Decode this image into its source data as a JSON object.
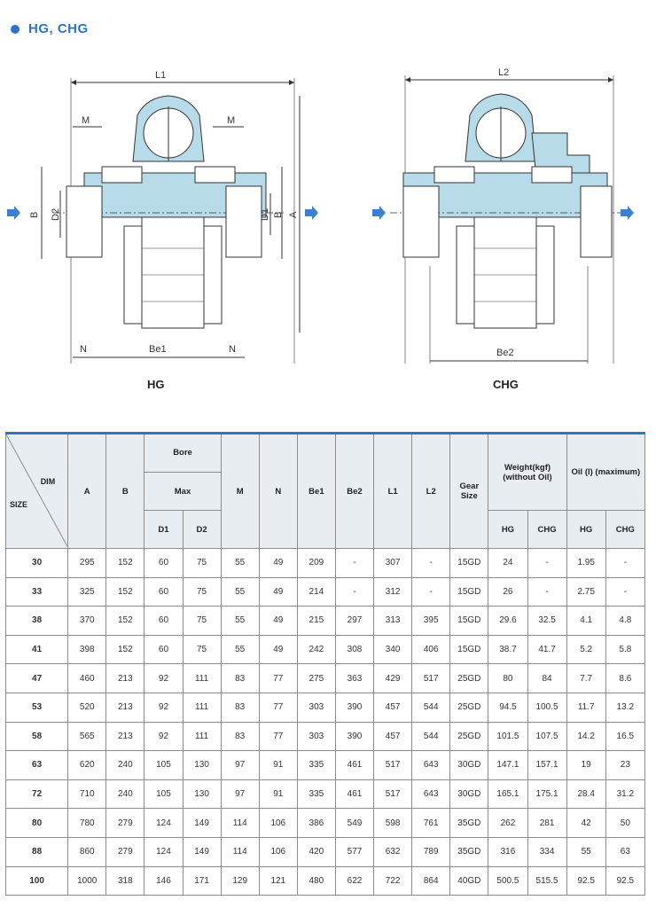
{
  "heading": "HG, CHG",
  "drawings": {
    "hg_caption": "HG",
    "chg_caption": "CHG",
    "labels": {
      "L1": "L1",
      "L2": "L2",
      "M": "M",
      "N": "N",
      "B": "B",
      "A": "A",
      "D1": "D1",
      "D2": "D2",
      "Be1": "Be1",
      "Be2": "Be2"
    },
    "colors": {
      "fluid": "#b7dbe8",
      "line": "#333333",
      "arrow": "#3a7fd0"
    }
  },
  "table": {
    "header": {
      "dim": "DIM",
      "size": "SIZE",
      "A": "A",
      "B": "B",
      "bore": "Bore",
      "max": "Max",
      "D1": "D1",
      "D2": "D2",
      "M": "M",
      "N": "N",
      "Be1": "Be1",
      "Be2": "Be2",
      "L1": "L1",
      "L2": "L2",
      "gear_size": "Gear Size",
      "weight": "Weight(kgf) (without Oil)",
      "oil": "Oil (l) (maximum)",
      "hg": "HG",
      "chg": "CHG"
    },
    "rows": [
      [
        "30",
        "295",
        "152",
        "60",
        "75",
        "55",
        "49",
        "209",
        "-",
        "307",
        "-",
        "15GD",
        "24",
        "-",
        "1.95",
        "-"
      ],
      [
        "33",
        "325",
        "152",
        "60",
        "75",
        "55",
        "49",
        "214",
        "-",
        "312",
        "-",
        "15GD",
        "26",
        "-",
        "2.75",
        "-"
      ],
      [
        "38",
        "370",
        "152",
        "60",
        "75",
        "55",
        "49",
        "215",
        "297",
        "313",
        "395",
        "15GD",
        "29.6",
        "32.5",
        "4.1",
        "4.8"
      ],
      [
        "41",
        "398",
        "152",
        "60",
        "75",
        "55",
        "49",
        "242",
        "308",
        "340",
        "406",
        "15GD",
        "38.7",
        "41.7",
        "5.2",
        "5.8"
      ],
      [
        "47",
        "460",
        "213",
        "92",
        "111",
        "83",
        "77",
        "275",
        "363",
        "429",
        "517",
        "25GD",
        "80",
        "84",
        "7.7",
        "8.6"
      ],
      [
        "53",
        "520",
        "213",
        "92",
        "111",
        "83",
        "77",
        "303",
        "390",
        "457",
        "544",
        "25GD",
        "94.5",
        "100.5",
        "11.7",
        "13.2"
      ],
      [
        "58",
        "565",
        "213",
        "92",
        "111",
        "83",
        "77",
        "303",
        "390",
        "457",
        "544",
        "25GD",
        "101.5",
        "107.5",
        "14.2",
        "16.5"
      ],
      [
        "63",
        "620",
        "240",
        "105",
        "130",
        "97",
        "91",
        "335",
        "461",
        "517",
        "643",
        "30GD",
        "147.1",
        "157.1",
        "19",
        "23"
      ],
      [
        "72",
        "710",
        "240",
        "105",
        "130",
        "97",
        "91",
        "335",
        "461",
        "517",
        "643",
        "30GD",
        "165.1",
        "175.1",
        "28.4",
        "31.2"
      ],
      [
        "80",
        "780",
        "279",
        "124",
        "149",
        "114",
        "106",
        "386",
        "549",
        "598",
        "761",
        "35GD",
        "262",
        "281",
        "42",
        "50"
      ],
      [
        "88",
        "860",
        "279",
        "124",
        "149",
        "114",
        "106",
        "420",
        "577",
        "632",
        "789",
        "35GD",
        "316",
        "334",
        "55",
        "63"
      ],
      [
        "100",
        "1000",
        "318",
        "146",
        "171",
        "129",
        "121",
        "480",
        "622",
        "722",
        "864",
        "40GD",
        "500.5",
        "515.5",
        "92.5",
        "92.5"
      ]
    ]
  }
}
